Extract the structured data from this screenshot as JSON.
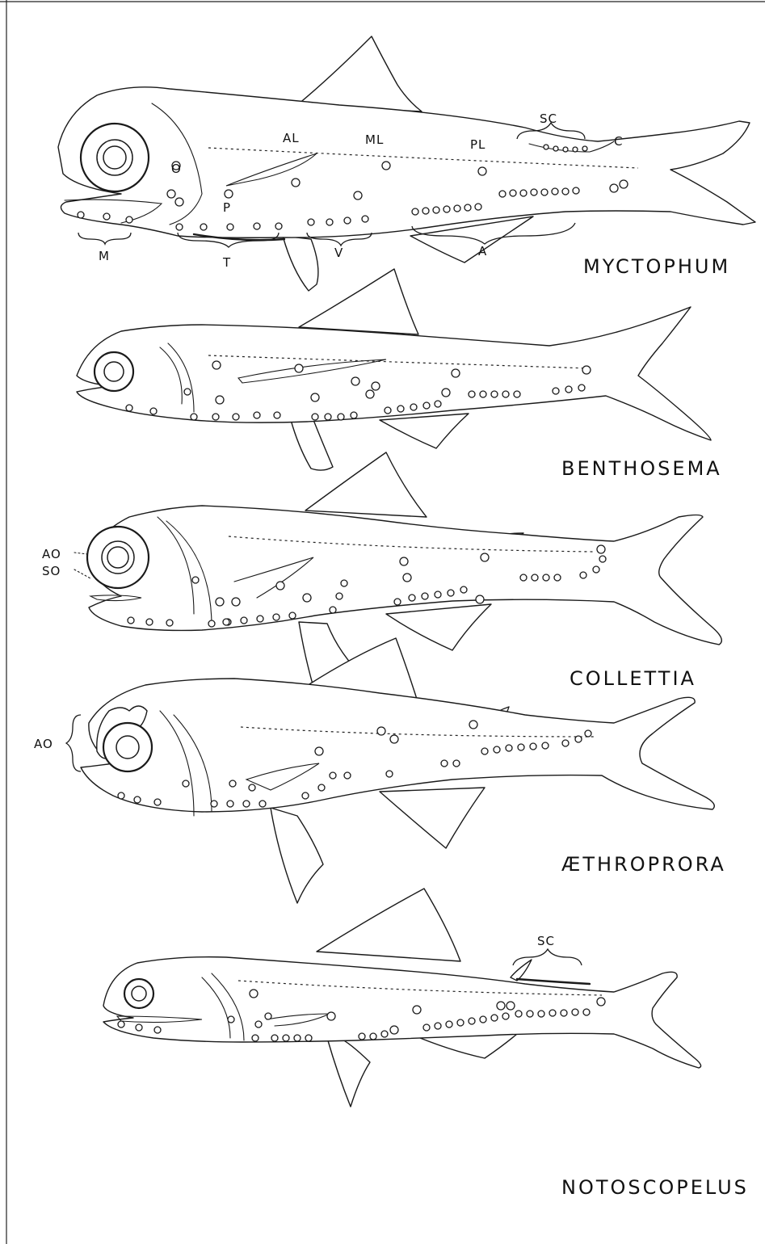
{
  "species": [
    {
      "name": "MYCTOPHUM"
    },
    {
      "name": "BENTHOSEMA"
    },
    {
      "name": "COLLETTIA"
    },
    {
      "name": "ÆTHROPRORA"
    },
    {
      "name": "NOTOSCOPELUS"
    }
  ],
  "labels": {
    "al": "AL",
    "ml": "ML",
    "pl": "PL",
    "sc": "SC",
    "c": "C",
    "o": "O",
    "p": "P",
    "m": "M",
    "t": "T",
    "v": "V",
    "a": "A",
    "ao": "AO",
    "so": "SO",
    "ao2": "AO",
    "sc2": "SC"
  }
}
